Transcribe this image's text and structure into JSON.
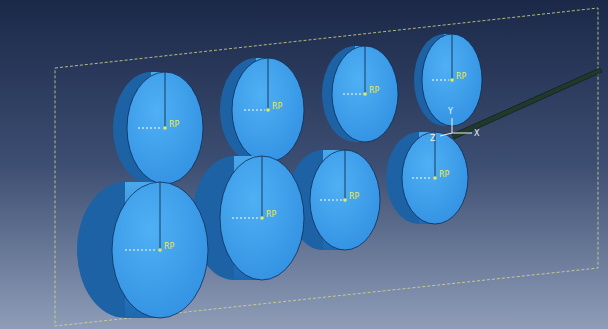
{
  "diagram": {
    "labels": [
      "RP",
      "RP",
      "RP",
      "RP",
      "RP",
      "RP",
      "RP",
      "RP",
      "Y",
      "Z",
      "X"
    ]
  }
}
